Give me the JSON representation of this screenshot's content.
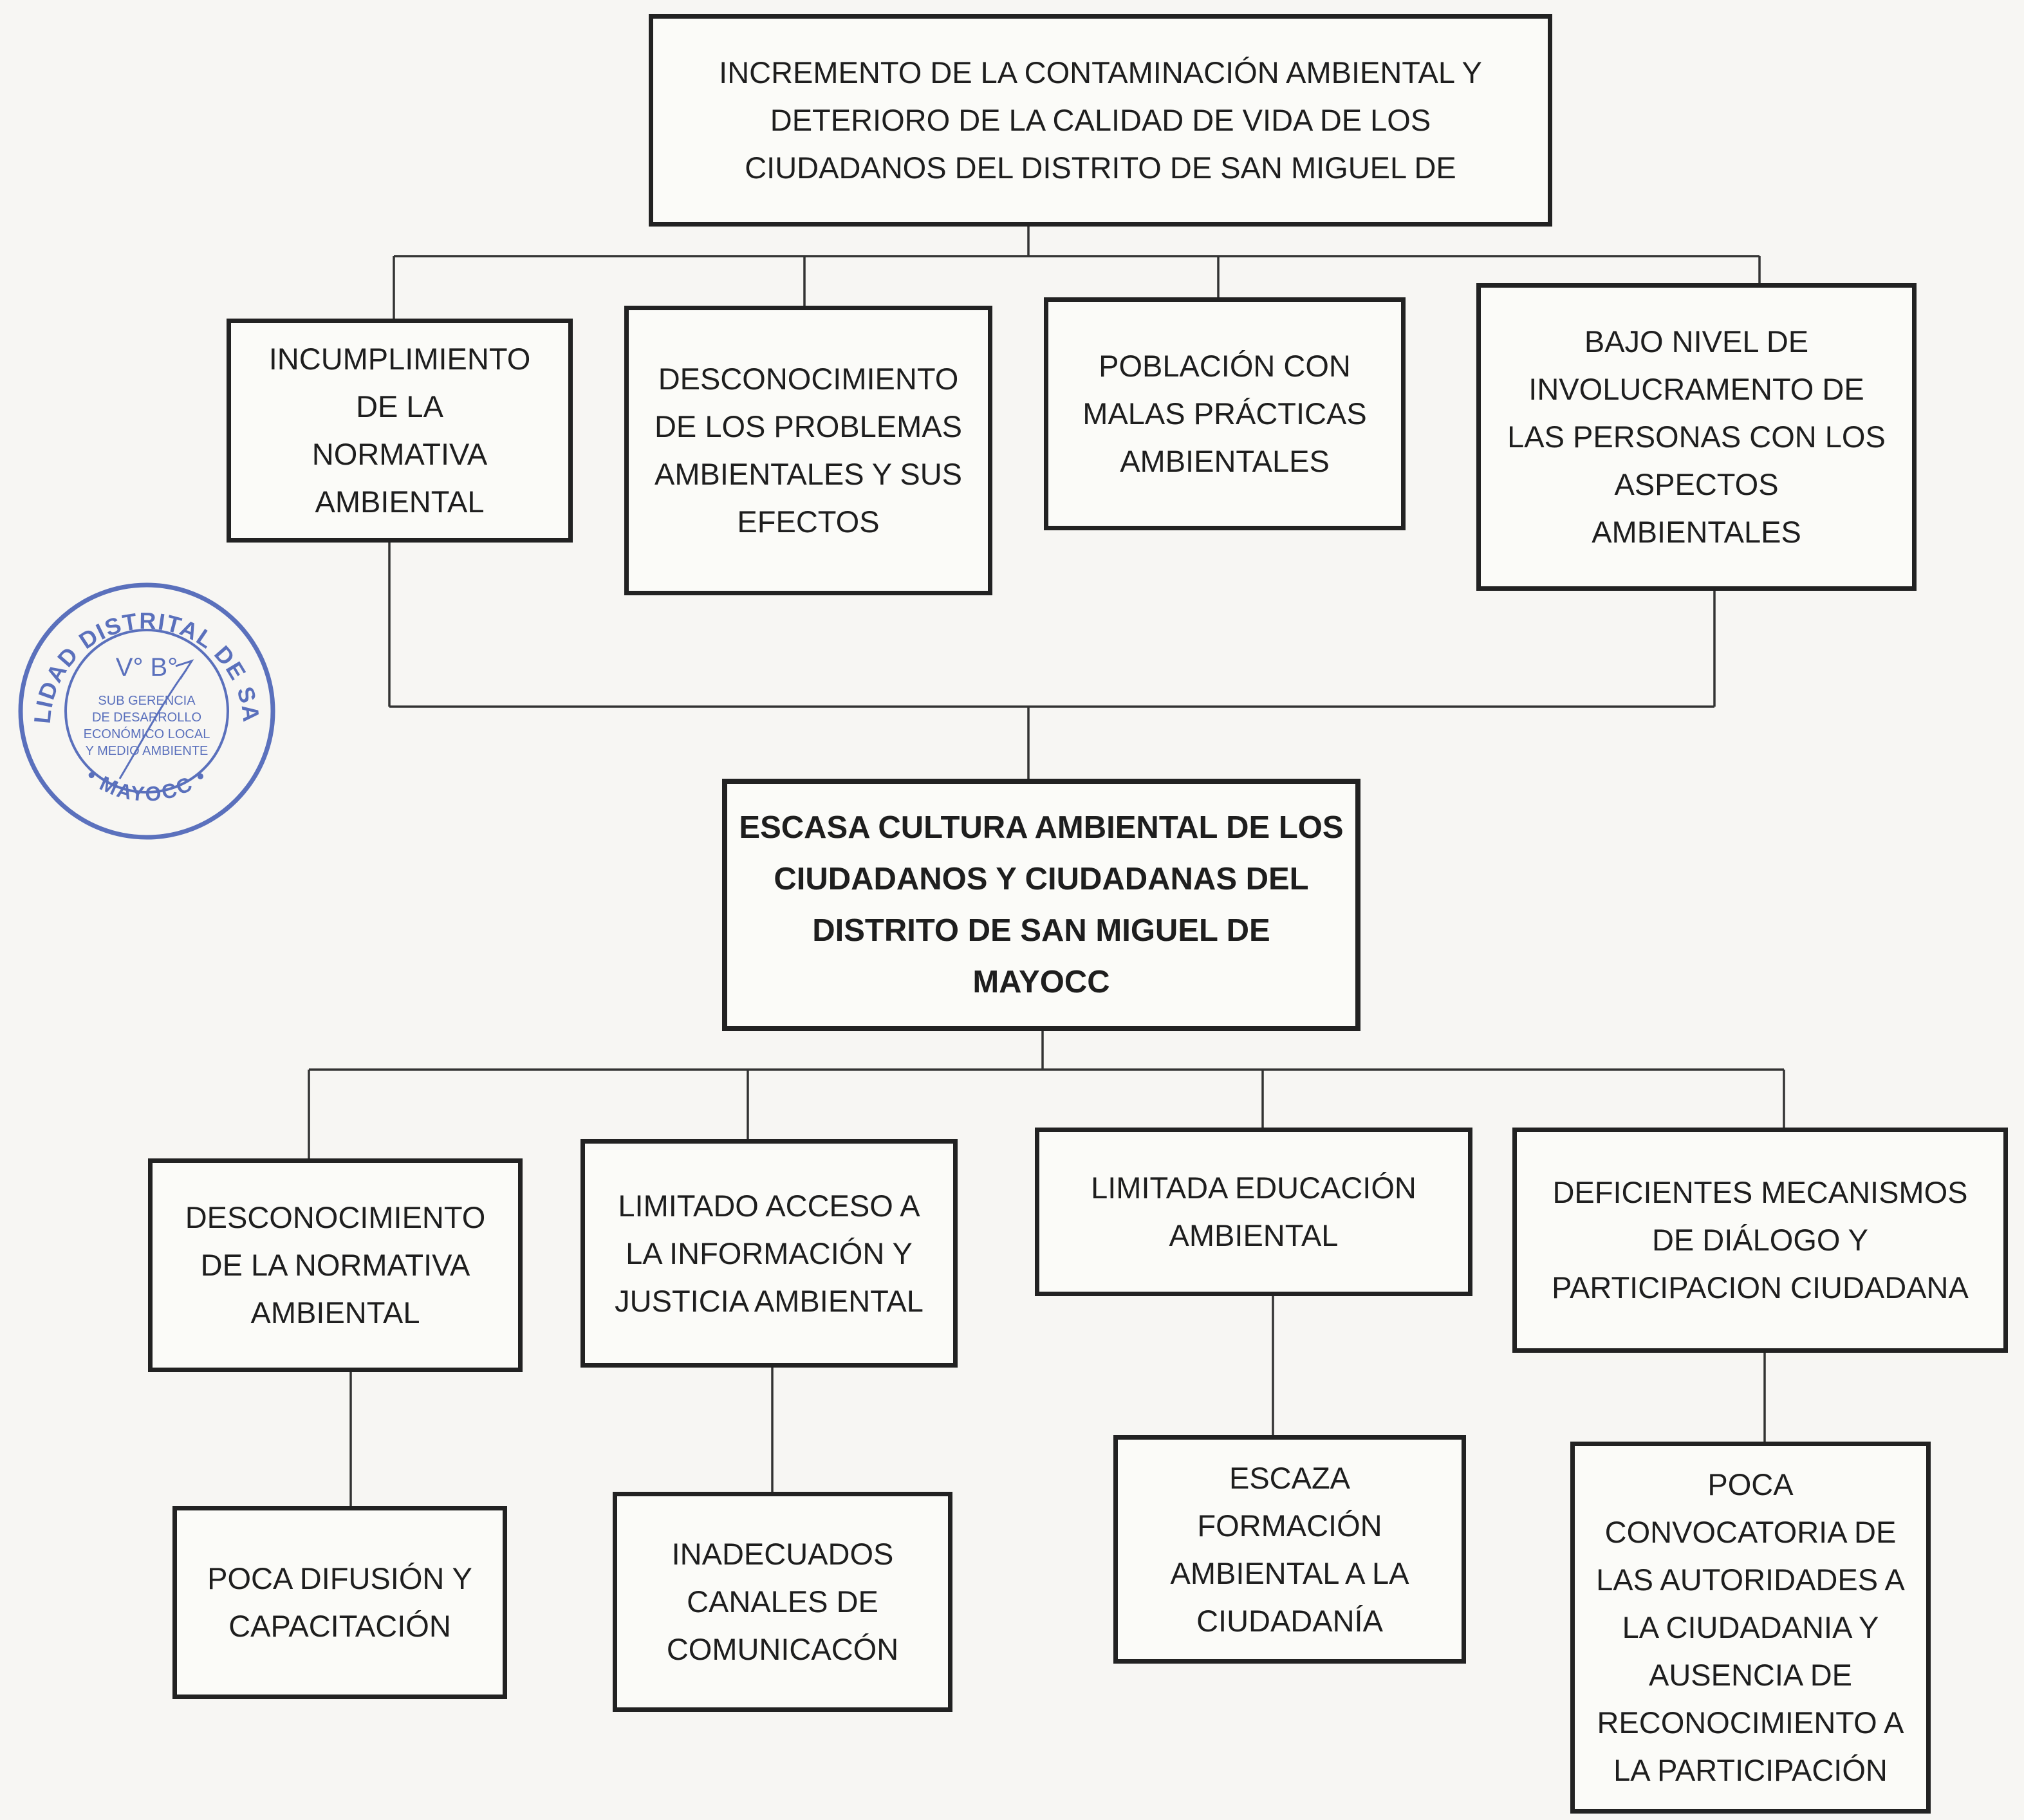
{
  "effect_top": "INCREMENTO DE LA CONTAMINACIÓN AMBIENTAL Y\nDETERIORO DE LA CALIDAD DE VIDA DE LOS\nCIUDADANOS DEL DISTRITO DE SAN MIGUEL DE",
  "effects": [
    "INCUMPLIMIENTO\nDE LA\nNORMATIVA\nAMBIENTAL",
    "DESCONOCIMIENTO\nDE LOS PROBLEMAS\nAMBIENTALES Y SUS\nEFECTOS",
    "POBLACIÓN CON\nMALAS PRÁCTICAS\nAMBIENTALES",
    "BAJO NIVEL DE\nINVOLUCRAMENTO DE\nLAS PERSONAS CON LOS\nASPECTOS\nAMBIENTALES"
  ],
  "central_problem": "ESCASA CULTURA AMBIENTAL DE LOS\nCIUDADANOS Y CIUDADANAS DEL\nDISTRITO DE SAN MIGUEL DE\nMAYOCC",
  "direct_causes": [
    "DESCONOCIMIENTO\nDE LA NORMATIVA\nAMBIENTAL",
    "LIMITADO ACCESO A\nLA INFORMACIÓN Y\nJUSTICIA AMBIENTAL",
    "LIMITADA EDUCACIÓN\nAMBIENTAL",
    "DEFICIENTES MECANISMOS\nDE DIÁLOGO Y\nPARTICIPACION CIUDADANA"
  ],
  "root_causes": [
    "POCA DIFUSIÓN Y\nCAPACITACIÓN",
    "INADECUADOS\nCANALES DE\nCOMUNICACÓN",
    "ESCAZA\nFORMACIÓN\nAMBIENTAL A LA\nCIUDADANÍA",
    "POCA\nCONVOCATORIA DE\nLAS  AUTORIDADES A\nLA CIUDADANIA  Y\nAUSENCIA DE\nRECONOCIMIENTO A\nLA PARTICIPACIÓN"
  ],
  "stamp": {
    "ring_text": "MUNICIPALIDAD DISTRITAL DE SAN MIGUEL",
    "bottom_text": "MAYOCC",
    "vb": "V° B°",
    "inner_lines": [
      "SUB GERENCIA",
      "DE DESARROLLO",
      "ECONÓMICO LOCAL",
      "Y MEDIO AMBIENTE"
    ],
    "color": "#3f59b3"
  },
  "colors": {
    "line": "#333333",
    "border": "#222222",
    "background": "#f7f6f3"
  }
}
